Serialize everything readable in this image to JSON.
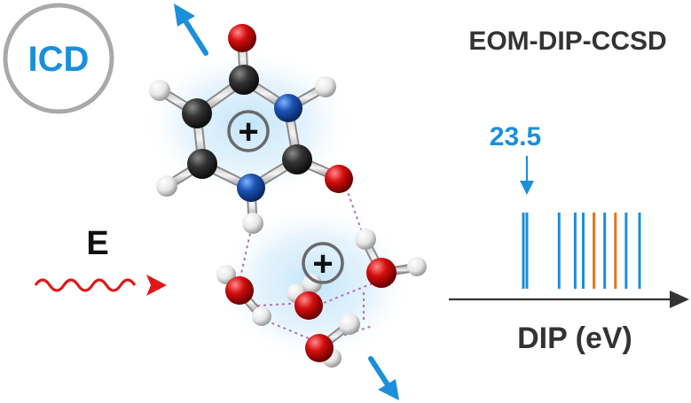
{
  "diagram": {
    "badge_text": "ICD",
    "method_title": "EOM-DIP-CCSD",
    "energy_label": "E",
    "highlight_value": "23.5",
    "axis_label": "DIP (eV)",
    "charge_symbol": "+",
    "colors": {
      "accent_blue": "#1b8fd9",
      "orange": "#e8741c",
      "carbon": "#2a2a2a",
      "oxygen": "#d10d0d",
      "nitrogen": "#1f4fa8",
      "hydrogen": "#f2f2f2",
      "wave_red": "#e01818",
      "circle_gray": "#a9a9a9",
      "hbond_purple": "#b070c0",
      "glow": "#bfe0f7"
    }
  },
  "chart_data": {
    "type": "spectrum",
    "xlabel": "DIP (eV)",
    "highlighted_line": 23.5,
    "lines": [
      {
        "x": 23.5,
        "color": "blue"
      },
      {
        "x": 24.1,
        "color": "blue"
      },
      {
        "x": 24.4,
        "color": "blue"
      },
      {
        "x": 24.55,
        "color": "blue"
      },
      {
        "x": 24.75,
        "color": "orange"
      },
      {
        "x": 24.95,
        "color": "blue"
      },
      {
        "x": 25.15,
        "color": "orange"
      },
      {
        "x": 25.35,
        "color": "blue"
      },
      {
        "x": 25.6,
        "color": "blue"
      }
    ]
  }
}
